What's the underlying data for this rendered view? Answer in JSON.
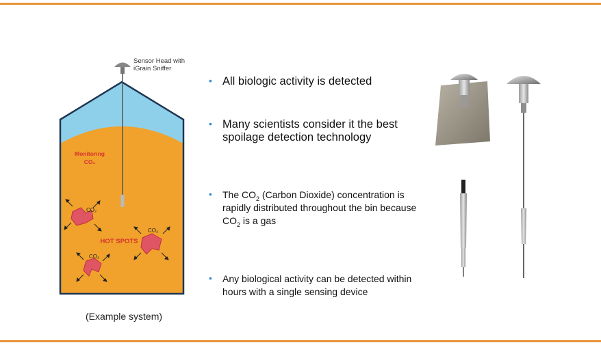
{
  "colors": {
    "accent": "#e8923a",
    "bullet": "#3b8dd4",
    "grain": "#f0a22c",
    "air": "#8ed0ea"
  },
  "diagram": {
    "sensor_label_line1": "Sensor Head with",
    "sensor_label_line2": "iGrain Sniffer",
    "monitoring_line1": "Monitoring",
    "monitoring_line2": "CO₂",
    "hot_spots": "HOT SPOTS",
    "co2_label": "CO₂",
    "caption": "(Example system)"
  },
  "bullets": {
    "b1": "All biologic activity is detected",
    "b2": "Many scientists consider it the best spoilage detection technology",
    "b3_part1": "The CO",
    "b3_sub1": "2",
    "b3_part2": " (Carbon Dioxide) concentration is rapidly distributed throughout the bin because CO",
    "b3_sub2": "2",
    "b3_part3": " is a gas",
    "b4": "Any biological activity can be detected within hours with a single sensing device",
    "marker": "•"
  }
}
